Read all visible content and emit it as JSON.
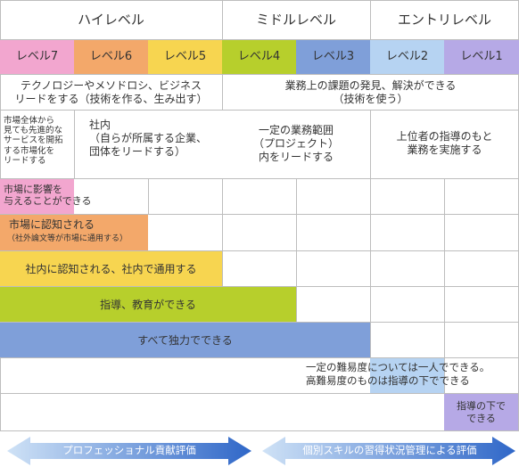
{
  "groups": {
    "high": "ハイレベル",
    "middle": "ミドルレベル",
    "entry": "エントリレベル"
  },
  "levels": [
    {
      "label": "レベル7",
      "color": "#f2a6cf"
    },
    {
      "label": "レベル6",
      "color": "#f3a86a"
    },
    {
      "label": "レベル5",
      "color": "#f7d550"
    },
    {
      "label": "レベル4",
      "color": "#b7cf2c"
    },
    {
      "label": "レベル3",
      "color": "#7f9fd9"
    },
    {
      "label": "レベル2",
      "color": "#b6d3f2"
    },
    {
      "label": "レベル1",
      "color": "#b6a9e6"
    }
  ],
  "scope": {
    "high": "テクノロジーやメソドロシ、ビジネス\nリードをする（技術を作る、生み出す）",
    "middle_entry": "業務上の課題の発見、解決ができる\n（技術を使う）"
  },
  "lead": {
    "level7": "市場全体から\n見ても先進的な\nサービスを開拓\nする市場化を\nリードする",
    "level65": "社内\n（自らが所属する企業、\n団体をリードする）",
    "middle": "一定の業務範囲\n（プロジェクト）\n内をリードする",
    "entry": "上位者の指導のもと\n業務を実施する"
  },
  "bars": {
    "market_influence": "市場に影響を\n与えることができる",
    "market_recognized": "市場に認知される",
    "market_recognized_sub": "（社外論文等が市場に通用する）",
    "internal_recognized": "社内に認知される、社内で通用する",
    "mentoring": "指導、教育ができる",
    "independent": "すべて独力でできる",
    "level2": "一定の難易度については一人でできる。\n高難易度のものは指導の下でできる",
    "level1": "指導の下で\nできる"
  },
  "arrows": {
    "left": "プロフェッショナル貢献評価",
    "right": "個別スキルの習得状況管理による評価"
  }
}
